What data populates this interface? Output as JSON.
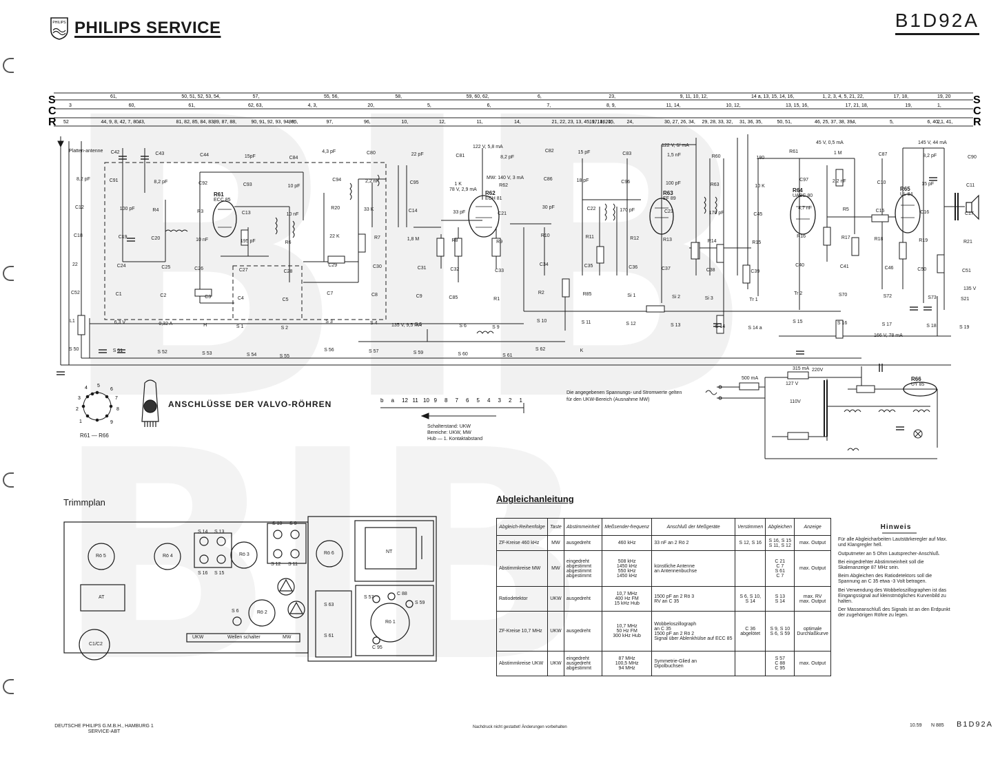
{
  "header": {
    "shield_text": "PHILIPS",
    "brand": "PHILIPS SERVICE",
    "model": "B1D92A"
  },
  "watermark": "BIB",
  "ruler": {
    "row_labels": [
      "S",
      "C",
      "R"
    ],
    "row1": [
      "61,",
      "50, 51, 52, 53, 54,",
      "57,",
      "55, 56,",
      "58,",
      "59,  60,  62,",
      "6,",
      "23,",
      "9, 11, 10,  12,",
      "14 a, 13, 15, 14, 16,",
      "1, 2, 3, 4, 5,    21, 22,",
      "17, 18,",
      "19,  20"
    ],
    "row2": [
      "3",
      "60,",
      "61,",
      "62,  63,",
      "4,    3,",
      "20,",
      "5,",
      "6,",
      "7,",
      "8,    9,",
      "11, 14,",
      "10, 12,",
      "13, 15, 16,",
      "17, 21, 18,",
      "19,",
      "1,"
    ],
    "row3": [
      "52",
      "44, 9, 8,  42, 7,  80,",
      "43,",
      "81, 82, 85, 84, 83,",
      "89,  87, 88,",
      "90, 91, 92,  93,  94, 95,",
      "86,",
      "97,",
      "96,",
      "10,",
      "12,",
      "11,",
      "14,",
      "21, 22, 23, 13,  45,  17, 16, 15,",
      "19,  18, 20,",
      "24,",
      "30, 27, 26, 34,",
      "29, 28, 33,  32,",
      "31, 36, 35,",
      "50, 51,",
      "46,  25, 37, 38, 39,",
      "4,",
      "5,",
      "6,  40, 1,  41,",
      "2,"
    ]
  },
  "schematic": {
    "tubes": [
      {
        "ref": "R61",
        "type": "ECC 85"
      },
      {
        "ref": "R62",
        "type": "ECH 81"
      },
      {
        "ref": "R63",
        "type": "EF 89"
      },
      {
        "ref": "R64",
        "type": "UABC 80"
      },
      {
        "ref": "R65",
        "type": "UL 84"
      },
      {
        "ref": "R66",
        "type": "UY 85"
      }
    ],
    "rail_labels": [
      "122 V, 5,8 mA",
      "MW: 140 V, 3 mA",
      "78 V, 2,9 mA",
      "122 V, 6/ mA",
      "45 V, 0,5 mA",
      "145 V, 44 mA",
      "135 V, 9,5 mA",
      "166 V, 78 mA",
      "135 V",
      "220V",
      "127 V",
      "110V",
      "500 mA",
      "315 mA"
    ],
    "components": [
      "Platten-antenne",
      "C42",
      "C43",
      "C44",
      "15pF",
      "C84",
      "4,3 pF",
      "C80",
      "22 pF",
      "C81",
      "8,2 pF",
      "C82",
      "15 pF",
      "C83",
      "1,5 nF",
      "R60",
      "180",
      "R61",
      "1 M",
      "C87",
      "8,2 pF",
      "C90",
      "8,2 pF",
      "C91",
      "8,2 pF",
      "C92",
      "C93",
      "10 pF",
      "C94",
      "2,2 nF",
      "C95",
      "1 K",
      "R62",
      "C86",
      "18 pF",
      "C96",
      "100 pF",
      "R63",
      "10 K",
      "C97",
      "2,2 nF",
      "C10",
      "15 pF",
      "C11",
      "C12",
      "100 pF",
      "R4",
      "R3",
      "C13",
      "10 nF",
      "R20",
      "33 K",
      "C14",
      "33 pF",
      "C21",
      "30 pF",
      "C22",
      "170 pF",
      "C23",
      "170 pF",
      "C45",
      "4,7 nF",
      "R5",
      "C15",
      "C16",
      "C17",
      "C18",
      "C19",
      "C20",
      "10 nF",
      "195 pF",
      "R6",
      "22 K",
      "R7",
      "1,8 M",
      "R8",
      "R9",
      "R10",
      "R11",
      "R12",
      "R13",
      "R14",
      "R15",
      "R16",
      "R17",
      "R18",
      "R19",
      "R21",
      "22",
      "C24",
      "C25",
      "C26",
      "C27",
      "C28",
      "C29",
      "C30",
      "C31",
      "C32",
      "C33",
      "C34",
      "C35",
      "C36",
      "C37",
      "C38",
      "C39",
      "C40",
      "C41",
      "C46",
      "C50",
      "C51",
      "C52",
      "C1",
      "C2",
      "C3",
      "C4",
      "C5",
      "C7",
      "C8",
      "C9",
      "C85",
      "R1",
      "R2",
      "R85",
      "Si 1",
      "Si 2",
      "Si 3",
      "Tr 1",
      "Tr 2",
      "S70",
      "S72",
      "S73",
      "S21",
      "L1",
      "6,3 V",
      "0,32 A",
      "H",
      "S 1",
      "S 2",
      "S 3",
      "S 4",
      "S 5",
      "S 6",
      "S 9",
      "S 10",
      "S 11",
      "S 12",
      "S 13",
      "S 14",
      "S 14 a",
      "S 15",
      "S 16",
      "S 17",
      "S 18",
      "S 19",
      "S 50",
      "S 51",
      "S 52",
      "S 53",
      "S 54",
      "S 55",
      "S 56",
      "S 57",
      "S 59",
      "S 60",
      "S 61",
      "S 62",
      "K"
    ]
  },
  "connector": {
    "title": "ANSCHLÜSSE DER VALVO-RÖHREN",
    "range": "R61 — R66",
    "pins": [
      "1",
      "2",
      "3",
      "4",
      "5",
      "6",
      "7",
      "8",
      "9"
    ]
  },
  "switch": {
    "positions": [
      "b",
      "a",
      "12",
      "11",
      "10",
      "9",
      "8",
      "7",
      "6",
      "5",
      "4",
      "3",
      "2",
      "1"
    ],
    "notes": [
      "Schalterstand: UKW",
      "Bereiche: UKW, MW",
      "Hub  —  1. Kontaktabstand"
    ]
  },
  "voltage_note": "Die angegebenen Spannungs- und Stromwerte gelten für den UKW-Bereich (Ausnahme MW)",
  "trimmplan": {
    "title": "Trimmplan",
    "parts": [
      "Rö 5",
      "Rö 4",
      "Rö 3",
      "Rö 6",
      "AT",
      "Rö 2",
      "C1/C2",
      "NT",
      "Rö 1",
      "S 14",
      "S 13",
      "S 16",
      "S 15",
      "S 10",
      "S 9",
      "S 12",
      "S 11",
      "S 6",
      "S 57",
      "C 88",
      "S 59",
      "C 95",
      "S 63",
      "S 61"
    ],
    "switch_label_left": "UKW",
    "switch_label_mid": "Wellen schalter",
    "switch_label_right": "MW"
  },
  "abgleich": {
    "title": "Abgleichanleitung",
    "headers": [
      "Abgleich-Reihenfolge",
      "Taste",
      "Abstimmeinheit",
      "Meßsender-frequenz",
      "Anschluß der Meßgeräte",
      "Verstimmen",
      "Abgleichen",
      "Anzeige"
    ],
    "rows": [
      [
        "ZF-Kreise 460 kHz",
        "MW",
        "ausgedreht",
        "460 kHz",
        "33 nF an 2 Rö 2",
        "S 12, S 16",
        "S 16, S 15\nS 11, S 12",
        "max. Output"
      ],
      [
        "Abstimmkreise MW",
        "MW",
        "eingedreht\nabgestimmt\nabgestimmt\nabgestimmt",
        "508 kHz\n1450 kHz\n550 kHz\n1450 kHz",
        "künstliche Antenne\nan Antennenbuchse",
        "",
        "C 21\nC 7\nS 61\nC 7",
        "max. Output"
      ],
      [
        "Ratiodetektor",
        "UKW",
        "ausgedreht",
        "10,7 MHz\n400 Hz FM\n15 kHz Hub",
        "1500 pF an 2 Rö 3\nRV an C 35",
        "S 6, S 10,\nS 14",
        "S 13\nS 14",
        "max. RV\nmax. Output"
      ],
      [
        "ZF-Kreise 10,7 MHz",
        "UKW",
        "ausgedreht",
        "10,7 MHz\n50 Hz FM\n300 kHz Hub",
        "Wobbeloszillograph\nan C 35\n1500 pF an 2 Rö 2\nSignal über Ablenkhülse auf ECC 85",
        "C 36\nabgelötet",
        "S 9, S 10\nS 6, S 59",
        "optimale\nDurchlaßkurve"
      ],
      [
        "Abstimmkreise UKW",
        "UKW",
        "eingedreht\nausgedreht\nabgestimmt",
        "87 MHz\n100,5 MHz\n94 MHz",
        "Symmetrie-Glied an\nDipolbuchsen",
        "",
        "S 57\nC 88\nC 95",
        "max. Output"
      ]
    ]
  },
  "hinweis": {
    "title": "Hinweis",
    "paragraphs": [
      "Für alle Abgleicharbeiten Lautstärkeregler auf Max. und Klangregler hell.",
      "Outputmeter an 5 Ohm Lautsprecher-Anschluß.",
      "Bei eingedrehter Abstimmeinheit soll die Skalenanzeige 87 MHz sein.",
      "Beim Abgleichen des Ratiodetektors soll die Spannung an C 35 etwa -3 Volt betragen.",
      "Bei Verwendung des Wobbeloszillographen ist das Eingangssignal auf kleinstmögliches Kurvenbild zu halten.",
      "Der Masseanschluß des Signals ist an den Erdpunkt der zugehörigen Röhre zu legen."
    ]
  },
  "footer": {
    "company_line1": "DEUTSCHE PHILIPS G.M.B.H., HAMBURG 1",
    "company_line2": "SERVICE-ABT",
    "reprint": "Nachdruck nicht gestattet! Änderungen vorbehalten",
    "date": "10.59",
    "docno": "N 885",
    "model": "B1D92A"
  }
}
